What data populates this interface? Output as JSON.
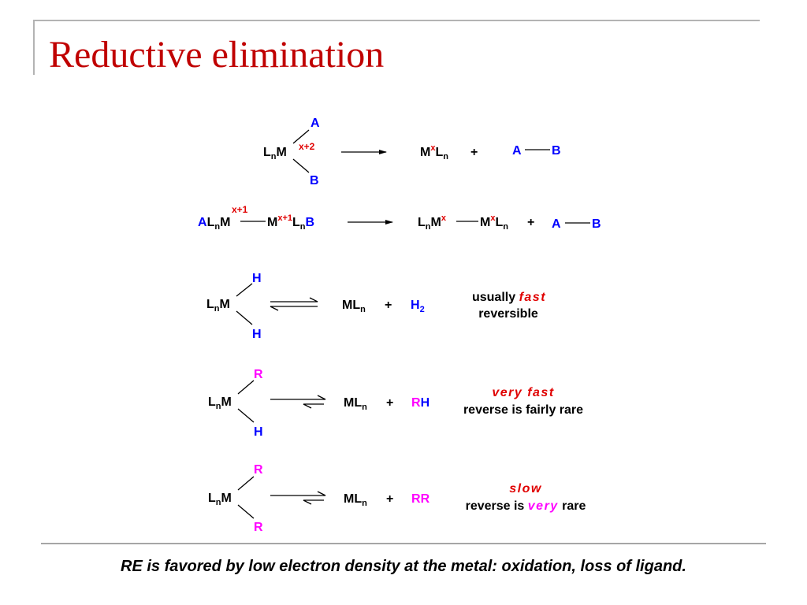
{
  "title": "Reductive elimination",
  "colors": {
    "title": "#c00000",
    "blue": "#0000ff",
    "red": "#e00000",
    "magenta": "#ff00ff",
    "black": "#000000"
  },
  "labels": {
    "L": "L",
    "n": "n",
    "M": "M",
    "x": "x",
    "x+1": "x+1",
    "x+2": "x+2",
    "A": "A",
    "B": "B",
    "H": "H",
    "R": "R",
    "2": "2",
    "plus": "+",
    "usually": "usually",
    "fast": "fast",
    "reversible": "reversible",
    "very_fast": "very fast",
    "reverse_fairly_rare": "reverse is fairly rare",
    "slow": "slow",
    "reverse_is": "reverse is",
    "very": "very",
    "rare": "rare"
  },
  "footer": "RE is favored by low electron density at the metal: oxidation, loss of ligand."
}
